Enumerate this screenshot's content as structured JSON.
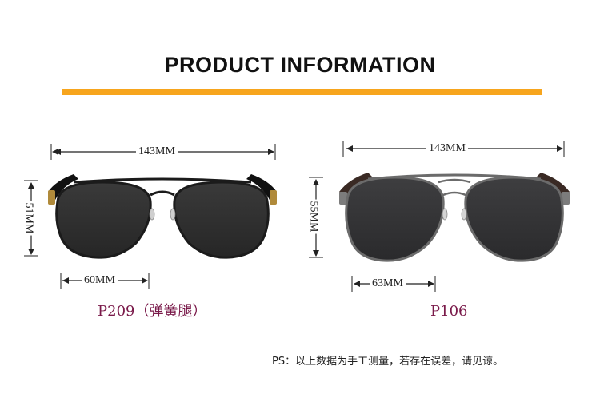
{
  "header": {
    "title": "PRODUCT INFORMATION",
    "accent_color": "#f7a51d"
  },
  "products": [
    {
      "model": "P209（弹簧腿）",
      "width_label": "143MM",
      "height_label": "51MM",
      "lens_label": "60MM",
      "frame_color": "#1b1b1b"
    },
    {
      "model": "P106",
      "width_label": "143MM",
      "height_label": "55MM",
      "lens_label": "63MM",
      "frame_color": "#6b6b6b"
    }
  ],
  "footer": {
    "note": "PS：以上数据为手工测量，若存在误差，请见谅。"
  }
}
